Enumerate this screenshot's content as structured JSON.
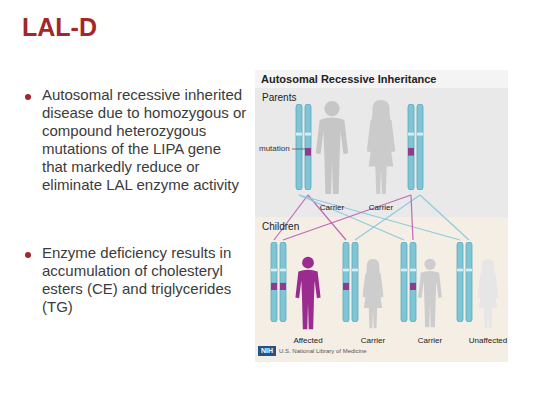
{
  "diagram": {
    "title": "LAL-D",
    "nodes": [
      {
        "text": [
          "Autosomal Recessive Inheritance"
        ]
      },
      {
        "text": [
          "Parents"
        ],
        "in": 0
      },
      {
        "text": [
          "Carrier"
        ],
        "in": 1
      },
      {
        "text": [
          "Carrier"
        ],
        "in": 1
      },
      {
        "text": [
          "Children"
        ],
        "in": 0
      },
      {
        "text": [
          "Affected"
        ],
        "in": 4
      },
      {
        "text": [
          "Carrier"
        ],
        "in": 4
      },
      {
        "text": [
          "Carrier"
        ],
        "in": 4
      },
      {
        "text": [
          "Unaffected"
        ],
        "in": 4
      }
    ],
    "edges": [
      {
        "from": 2,
        "to": 5,
        "arrow": "none"
      },
      {
        "from": 2,
        "to": 6,
        "arrow": "none"
      },
      {
        "from": 2,
        "to": 7,
        "arrow": "none"
      },
      {
        "from": 2,
        "to": 8,
        "arrow": "none"
      },
      {
        "from": 3,
        "to": 5,
        "arrow": "none"
      },
      {
        "from": 3,
        "to": 6,
        "arrow": "none"
      },
      {
        "from": 3,
        "to": 7,
        "arrow": "none"
      },
      {
        "from": 3,
        "to": 8,
        "arrow": "none"
      }
    ],
    "labels": [
      "Autosomal recessive inherited disease due to homozygous or compound heterozygous mutations of the LIPA gene that markedly reduce or eliminate LAL enzyme activity",
      "Enzyme deficiency results in accumulation of cholesteryl esters (CE) and triglycerides (TG)",
      "mutation",
      "NIH",
      "U.S. National Library of Medicine"
    ]
  }
}
